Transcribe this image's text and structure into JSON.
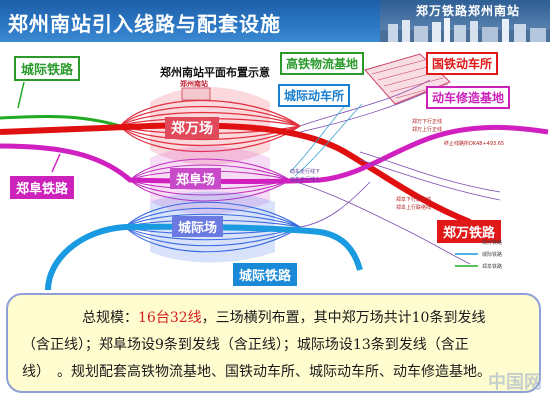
{
  "header": {
    "title": "郑州南站引入线路与配套设施",
    "banner_text": "郑万铁路郑州南站"
  },
  "diagram": {
    "plan_title": "郑州南站平面布置示意",
    "station_name": "郑州南站",
    "yards": {
      "zhengwan": "郑万场",
      "zhengfu": "郑阜场",
      "chengji": "城际场"
    },
    "labels": {
      "intercity_rail_top": "城际铁路",
      "zhengfu_rail": "郑阜铁路",
      "zhengwan_rail": "郑万铁路",
      "intercity_rail_bottom": "城际铁路",
      "hsr_logistics": "高铁物流基地",
      "intercity_emu_depot": "城际动车所",
      "national_emu_depot": "国铁动车所",
      "emu_maintenance": "动车修造基地"
    },
    "small_labels": {
      "zhengwan_down_main": "郑万下行正线",
      "zhengwan_up_main": "郑万上行正线",
      "connect_1": "郑阜下行联络线",
      "connect_2": "郑阜上行联络线",
      "emu_down": "动车走行线下",
      "emu_up": "动车走行线上",
      "chainage": "终止线路所DK48+493.65"
    },
    "legend": [
      "郑万铁路",
      "城际铁路",
      "郑阜铁路"
    ],
    "colors": {
      "zhengwan": "#e01010",
      "zhengfu": "#d020c0",
      "chengji": "#1a9ae0",
      "intercity_green": "#22aa22",
      "label_green": "#2a9a2a",
      "label_blue": "#1a7fd0",
      "label_red": "#e01818",
      "label_magenta": "#cc22bb"
    }
  },
  "summary": {
    "line1_prefix": "总规模：",
    "line1_highlight": "16台32线",
    "line1_rest": "，三场横列布置，其中郑万场共计10条到发线",
    "line2": "（含正线）；郑阜场设9条到发线（含正线）；城际场设13条到发线（含正",
    "line3": "线）　。规划配套高铁物流基地、国铁动车所、城际动车所、动车修造基地。"
  },
  "watermark": "中国网"
}
